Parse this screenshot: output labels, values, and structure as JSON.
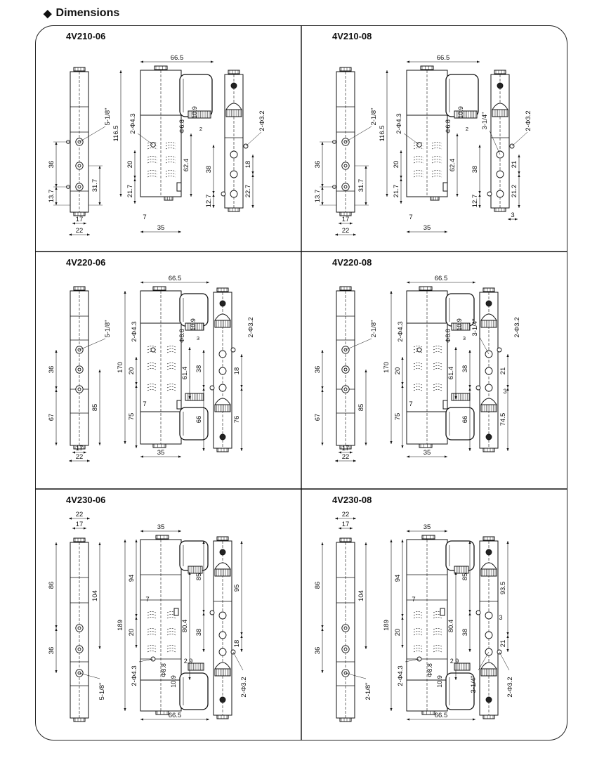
{
  "heading": {
    "icon": "diamond-bullet-icon",
    "text": "Dimensions"
  },
  "panels": [
    {
      "id": "4v210-06",
      "title": "4V210-06",
      "type": "single",
      "front": {
        "dims": {
          "width_base": "17",
          "width_total": "22",
          "h_mid": "36",
          "h_low": "13.7",
          "h_right": "31.7"
        },
        "port": "5-1/8\""
      },
      "side": {
        "dims": {
          "top": "66.5",
          "height": "116.5",
          "mount": "2-Φ4.3",
          "phi": "Φ6.8",
          "coil_w": "10.9",
          "coil_d": "2",
          "bolt": "62.4",
          "upper": "20",
          "lower": "21.7",
          "left": "7",
          "base": "35"
        }
      },
      "rear": {
        "dims": {
          "center": "38",
          "bottom": "12.7",
          "mid": "18",
          "lower": "22.7",
          "mount": "2-Φ3.2"
        },
        "port": ""
      }
    },
    {
      "id": "4v210-08",
      "title": "4V210-08",
      "type": "single",
      "front": {
        "dims": {
          "width_base": "17",
          "width_total": "22",
          "h_mid": "36",
          "h_low": "13.7",
          "h_right": "31.7"
        },
        "port": "2-1/8\""
      },
      "side": {
        "dims": {
          "top": "66.5",
          "height": "116.5",
          "mount": "2-Φ4.3",
          "phi": "Φ6.8",
          "coil_w": "10.9",
          "coil_d": "2",
          "bolt": "62.4",
          "upper": "20",
          "lower": "21.7",
          "left": "7",
          "base": "35"
        }
      },
      "rear": {
        "dims": {
          "center": "38",
          "bottom": "12.7",
          "mid": "21",
          "lower": "21.2",
          "offset": "3",
          "mount": "2-Φ3.2"
        },
        "port": "3-1/4\""
      }
    },
    {
      "id": "4v220-06",
      "title": "4V220-06",
      "type": "double",
      "front": {
        "dims": {
          "width_base": "17",
          "width_total": "22",
          "h_mid": "36",
          "h_low": "67",
          "h_right": "85"
        },
        "port": "5-1/8\""
      },
      "side": {
        "dims": {
          "top": "66.5",
          "height": "170",
          "mount": "2-Φ4.3",
          "phi": "Φ8.8",
          "coil_w": "10.9",
          "coil_d": "3",
          "bolt": "61.4",
          "upper": "20",
          "lower": "75",
          "left": "7",
          "base": "35"
        }
      },
      "rear": {
        "dims": {
          "center": "38",
          "bottom": "66",
          "mid": "18",
          "lower": "76",
          "mount": "2-Φ3.2"
        },
        "port": ""
      }
    },
    {
      "id": "4v220-08",
      "title": "4V220-08",
      "type": "double",
      "front": {
        "dims": {
          "width_base": "17",
          "width_total": "22",
          "h_mid": "36",
          "h_low": "67",
          "h_right": "85"
        },
        "port": "2-1/8\""
      },
      "side": {
        "dims": {
          "top": "66.5",
          "height": "170",
          "mount": "2-Φ4.3",
          "phi": "Φ8.8",
          "coil_w": "10.9",
          "coil_d": "3",
          "bolt": "61.4",
          "upper": "20",
          "lower": "75",
          "left": "7",
          "base": "35"
        }
      },
      "rear": {
        "dims": {
          "center": "38",
          "bottom": "66",
          "mid": "21",
          "lower": "74.5",
          "offset": "3",
          "mount": "2-Φ3.2"
        },
        "port": "3-1/4\""
      }
    },
    {
      "id": "4v230-06",
      "title": "4V230-06",
      "type": "triple",
      "front": {
        "dims": {
          "width_base": "17",
          "width_total": "22",
          "h_mid": "36",
          "h_low": "86",
          "h_right": "104"
        },
        "port": "5-1/8\""
      },
      "side": {
        "dims": {
          "top": "35",
          "height": "189",
          "mount": "2-Φ4.3",
          "phi": "Φ8.8",
          "coil_w": "10.9",
          "coil_d": "2.9",
          "bolt": "80.4",
          "upper": "20",
          "lower": "94",
          "left": "7",
          "base": "66.5"
        }
      },
      "rear": {
        "dims": {
          "center": "38",
          "bottom": "85",
          "mid": "18",
          "lower": "95",
          "mount": "2-Φ3.2"
        },
        "port": ""
      }
    },
    {
      "id": "4v230-08",
      "title": "4V230-08",
      "type": "triple",
      "front": {
        "dims": {
          "width_base": "17",
          "width_total": "22",
          "h_mid": "36",
          "h_low": "86",
          "h_right": "104"
        },
        "port": "2-1/8\""
      },
      "side": {
        "dims": {
          "top": "35",
          "height": "189",
          "mount": "2-Φ4.3",
          "phi": "Φ8.8",
          "coil_w": "10.9",
          "coil_d": "2.9",
          "bolt": "80.4",
          "upper": "20",
          "lower": "94",
          "left": "7",
          "base": "66.5"
        }
      },
      "rear": {
        "dims": {
          "center": "38",
          "bottom": "85",
          "mid": "21",
          "lower": "93.5",
          "offset": "3",
          "mount": "2-Φ3.2"
        },
        "port": "3-1/4\""
      }
    }
  ]
}
